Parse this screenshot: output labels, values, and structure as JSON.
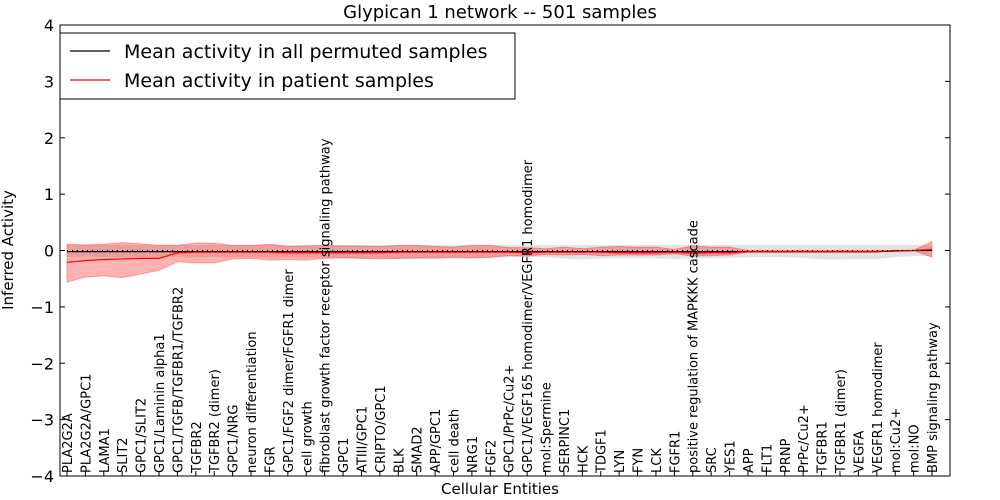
{
  "chart_data": {
    "type": "line",
    "title": "Glypican 1 network -- 501 samples",
    "xlabel": "Cellular Entities",
    "ylabel": "Inferred Activity",
    "ylim": [
      -4,
      4
    ],
    "yticks": [
      "−4",
      "−3",
      "−2",
      "−1",
      "0",
      "1",
      "2",
      "3",
      "4"
    ],
    "grid": false,
    "legend_position": "top-left",
    "categories": [
      "PLA2G2A",
      "PLA2G2A/GPC1",
      "LAMA1",
      "SLIT2",
      "GPC1/SLIT2",
      "GPC1/Laminin alpha1",
      "GPC1/TGFB/TGFBR1/TGFBR2",
      "TGFBR2",
      "TGFBR2 (dimer)",
      "GPC1/NRG",
      "neuron differentiation",
      "FGR",
      "GPC1/FGF2 dimer/FGFR1 dimer",
      "cell growth",
      "fibroblast growth factor receptor signaling pathway",
      "GPC1",
      "ATIII/GPC1",
      "CRIPTO/GPC1",
      "BLK",
      "SMAD2",
      "APP/GPC1",
      "cell death",
      "NRG1",
      "FGF2",
      "GPC1/PrPc/Cu2+",
      "GPC1/VEGF165 homodimer/VEGFR1 homodimer",
      "mol:Spermine",
      "SERPINC1",
      "HCK",
      "TDGF1",
      "LYN",
      "FYN",
      "LCK",
      "FGFR1",
      "positive regulation of MAPKKK cascade",
      "SRC",
      "YES1",
      "APP",
      "FLT1",
      "PRNP",
      "PrPc/Cu2+",
      "TGFBR1",
      "TGFBR1 (dimer)",
      "VEGFA",
      "VEGFR1 homodimer",
      "mol:Cu2+",
      "mol:NO",
      "BMP signaling pathway"
    ],
    "series": [
      {
        "name": "Mean activity in all permuted samples",
        "color": "#000000",
        "band_color": "#d9d9d9",
        "values": [
          -0.02,
          -0.02,
          -0.02,
          -0.02,
          -0.02,
          -0.02,
          -0.02,
          -0.02,
          -0.02,
          -0.02,
          -0.02,
          -0.02,
          -0.02,
          -0.02,
          -0.02,
          -0.02,
          -0.02,
          -0.02,
          -0.02,
          -0.02,
          -0.02,
          -0.02,
          -0.02,
          -0.02,
          -0.02,
          -0.02,
          -0.02,
          -0.02,
          -0.02,
          -0.02,
          -0.02,
          -0.02,
          -0.02,
          -0.02,
          -0.02,
          -0.02,
          -0.02,
          -0.02,
          -0.02,
          -0.02,
          -0.02,
          -0.02,
          -0.02,
          -0.02,
          -0.02,
          -0.01,
          0.0,
          0.0
        ],
        "upper": [
          0.1,
          0.1,
          0.1,
          0.1,
          0.1,
          0.1,
          0.1,
          0.1,
          0.1,
          0.1,
          0.1,
          0.1,
          0.1,
          0.1,
          0.1,
          0.1,
          0.1,
          0.1,
          0.1,
          0.1,
          0.1,
          0.1,
          0.1,
          0.1,
          0.1,
          0.1,
          0.1,
          0.1,
          0.1,
          0.1,
          0.1,
          0.1,
          0.1,
          0.1,
          0.1,
          0.1,
          0.1,
          0.1,
          0.1,
          0.1,
          0.1,
          0.1,
          0.1,
          0.1,
          0.1,
          0.1,
          0.1,
          0.1
        ],
        "lower": [
          -0.12,
          -0.12,
          -0.12,
          -0.12,
          -0.12,
          -0.12,
          -0.12,
          -0.12,
          -0.12,
          -0.12,
          -0.12,
          -0.12,
          -0.12,
          -0.12,
          -0.13,
          -0.13,
          -0.14,
          -0.14,
          -0.15,
          -0.16,
          -0.15,
          -0.14,
          -0.14,
          -0.13,
          -0.12,
          -0.12,
          -0.12,
          -0.14,
          -0.16,
          -0.14,
          -0.13,
          -0.13,
          -0.14,
          -0.15,
          -0.14,
          -0.14,
          -0.13,
          -0.12,
          -0.12,
          -0.12,
          -0.13,
          -0.16,
          -0.16,
          -0.15,
          -0.15,
          -0.12,
          -0.1,
          -0.1
        ]
      },
      {
        "name": "Mean activity in patient samples",
        "color": "#ff0000",
        "band_color": "#ff0000",
        "values": [
          -0.21,
          -0.18,
          -0.16,
          -0.15,
          -0.14,
          -0.14,
          -0.04,
          -0.03,
          -0.03,
          -0.03,
          -0.03,
          -0.03,
          -0.04,
          -0.04,
          -0.04,
          -0.04,
          -0.04,
          -0.04,
          -0.03,
          -0.03,
          -0.03,
          -0.03,
          -0.03,
          -0.03,
          -0.03,
          -0.04,
          -0.03,
          -0.03,
          -0.03,
          -0.03,
          -0.04,
          -0.04,
          -0.04,
          -0.03,
          -0.05,
          -0.04,
          -0.04,
          -0.02,
          -0.02,
          -0.02,
          -0.02,
          -0.02,
          -0.02,
          -0.02,
          -0.02,
          0.0,
          0.0,
          0.02
        ],
        "upper": [
          0.11,
          0.1,
          0.11,
          0.14,
          0.12,
          0.09,
          0.09,
          0.13,
          0.13,
          0.09,
          0.09,
          0.11,
          0.07,
          0.08,
          0.09,
          0.08,
          0.08,
          0.07,
          0.09,
          0.09,
          0.07,
          0.06,
          0.09,
          0.09,
          0.05,
          0.05,
          0.03,
          0.06,
          0.03,
          0.06,
          0.07,
          0.06,
          0.06,
          0.02,
          0.08,
          0.06,
          0.06,
          0.0,
          0.0,
          0.0,
          0.0,
          0.0,
          0.0,
          0.0,
          0.0,
          0.0,
          0.0,
          0.16
        ],
        "lower": [
          -0.56,
          -0.47,
          -0.45,
          -0.48,
          -0.42,
          -0.35,
          -0.2,
          -0.22,
          -0.22,
          -0.15,
          -0.14,
          -0.17,
          -0.16,
          -0.17,
          -0.14,
          -0.13,
          -0.14,
          -0.15,
          -0.14,
          -0.13,
          -0.13,
          -0.12,
          -0.13,
          -0.12,
          -0.09,
          -0.1,
          -0.07,
          -0.08,
          -0.07,
          -0.09,
          -0.08,
          -0.08,
          -0.08,
          -0.06,
          -0.1,
          -0.09,
          -0.08,
          -0.03,
          -0.03,
          -0.03,
          -0.03,
          -0.03,
          -0.03,
          -0.03,
          -0.03,
          0.0,
          0.0,
          -0.12
        ]
      }
    ]
  }
}
